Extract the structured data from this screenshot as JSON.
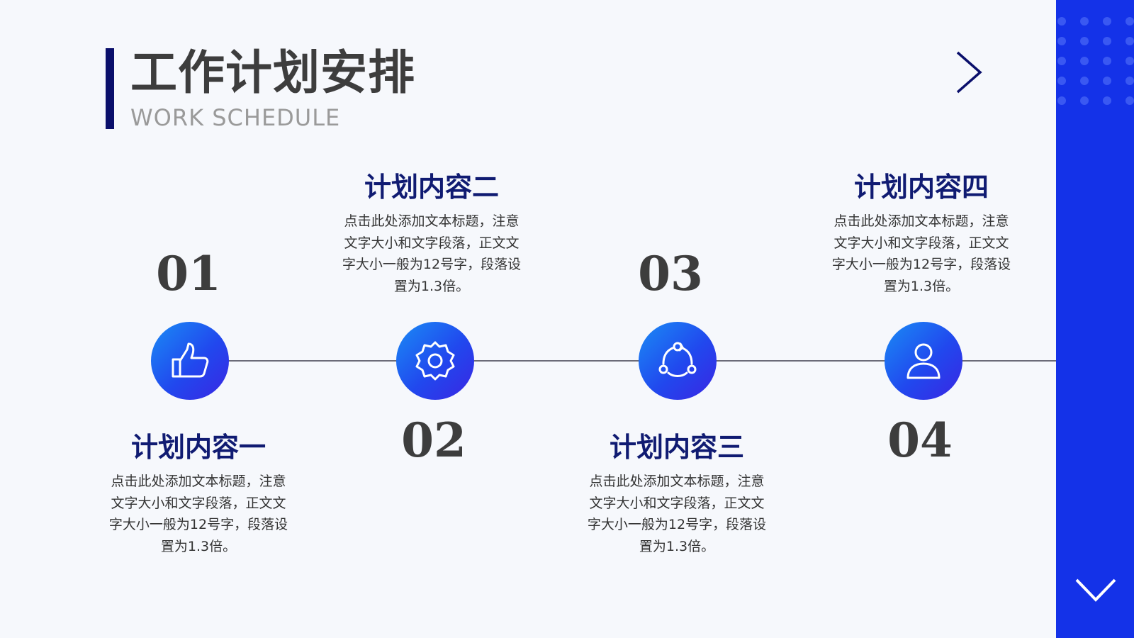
{
  "header": {
    "title": "工作计划安排",
    "subtitle": "WORK SCHEDULE"
  },
  "nav": {
    "next_icon": "chevron-right-icon",
    "down_icon": "chevron-down-icon"
  },
  "colors": {
    "accent": "#1432e8",
    "title_bar": "#0a0f6b",
    "plan_title": "#101b72",
    "number": "#3d3d3d",
    "circle_gradient": [
      "#1a8cf5",
      "#3a26e3"
    ]
  },
  "steps": [
    {
      "number": "01",
      "title": "计划内容一",
      "icon": "thumbs-up-icon",
      "desc": [
        "点击此处添加文本标题，注意",
        "文字大小和文字段落，正文文",
        "字大小一般为12号字，段落设",
        "置为1.3倍。"
      ]
    },
    {
      "number": "02",
      "title": "计划内容二",
      "icon": "gear-icon",
      "desc": [
        "点击此处添加文本标题，注意",
        "文字大小和文字段落，正文文",
        "字大小一般为12号字，段落设",
        "置为1.3倍。"
      ]
    },
    {
      "number": "03",
      "title": "计划内容三",
      "icon": "share-cycle-icon",
      "desc": [
        "点击此处添加文本标题，注意",
        "文字大小和文字段落，正文文",
        "字大小一般为12号字，段落设",
        "置为1.3倍。"
      ]
    },
    {
      "number": "04",
      "title": "计划内容四",
      "icon": "user-icon",
      "desc": [
        "点击此处添加文本标题，注意",
        "文字大小和文字段落，正文文",
        "字大小一般为12号字，段落设",
        "置为1.3倍。"
      ]
    }
  ]
}
